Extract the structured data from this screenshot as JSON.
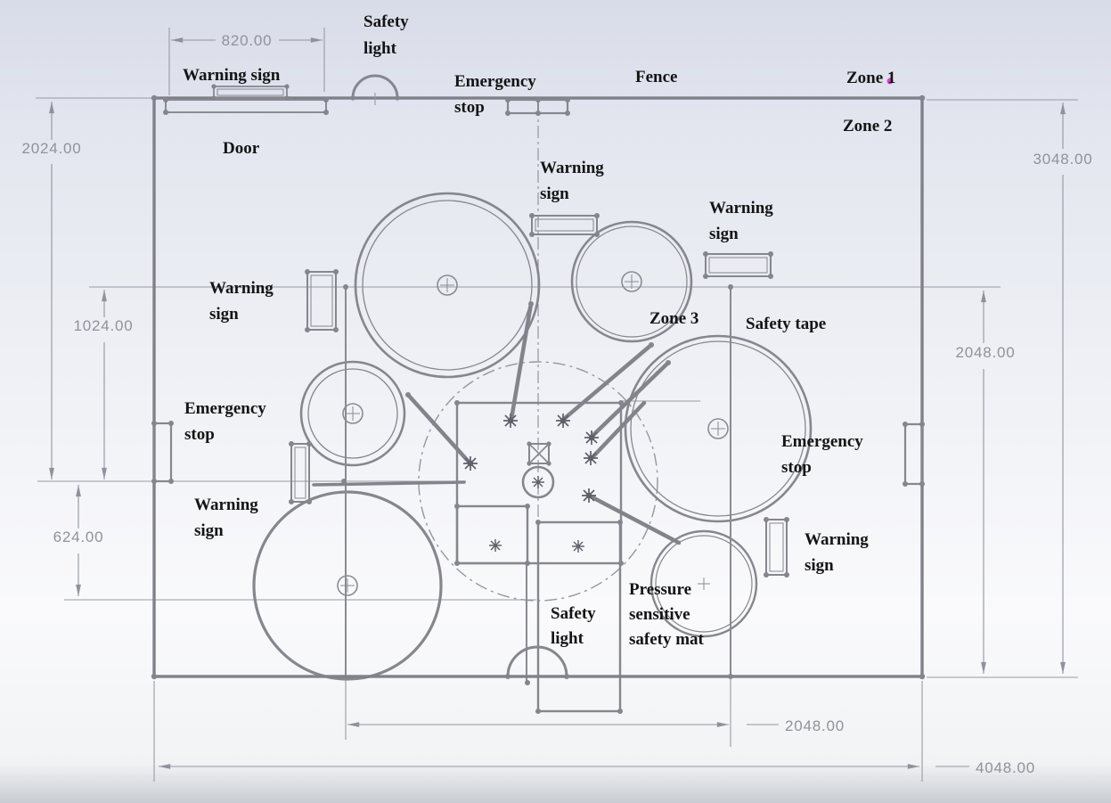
{
  "drawing_type": "safety-layout-plan",
  "labels": {
    "safety_light_top": {
      "lines": [
        "Safety",
        "light"
      ]
    },
    "warning_sign_top_left": {
      "lines": [
        "Warning sign"
      ]
    },
    "emergency_stop_top": {
      "lines": [
        "Emergency",
        "stop"
      ]
    },
    "fence": {
      "lines": [
        "Fence"
      ]
    },
    "zone1": {
      "lines": [
        "Zone 1"
      ]
    },
    "zone2": {
      "lines": [
        "Zone 2"
      ]
    },
    "door": {
      "lines": [
        "Door"
      ]
    },
    "warning_sign_top_center": {
      "lines": [
        "Warning",
        "sign"
      ]
    },
    "warning_sign_right_upper": {
      "lines": [
        "Warning",
        "sign"
      ]
    },
    "warning_sign_left_mid": {
      "lines": [
        "Warning",
        "sign"
      ]
    },
    "zone3": {
      "lines": [
        "Zone 3"
      ]
    },
    "safety_tape": {
      "lines": [
        "Safety tape"
      ]
    },
    "emergency_stop_left": {
      "lines": [
        "Emergency",
        "stop"
      ]
    },
    "emergency_stop_right": {
      "lines": [
        "Emergency",
        "stop"
      ]
    },
    "warning_sign_left_lower": {
      "lines": [
        "Warning",
        "sign"
      ]
    },
    "warning_sign_right_lower": {
      "lines": [
        "Warning",
        "sign"
      ]
    },
    "safety_light_bottom": {
      "lines": [
        "Safety",
        "light"
      ]
    },
    "pressure_mat": {
      "lines": [
        "Pressure",
        "sensitive",
        "safety mat"
      ]
    }
  },
  "dimensions": {
    "door_width": "820.00",
    "left_outer": "2024.00",
    "left_mid": "1024.00",
    "left_lower": "624.00",
    "right_outer": "3048.00",
    "right_inner": "2048.00",
    "bottom_inner": "2048.00",
    "bottom_outer": "4048.00"
  },
  "colors": {
    "geometry_gray": "#86868f",
    "dimension_gray": "#9095a0",
    "dimension_text_gray": "#8f929b",
    "label_black": "#141414",
    "note_dot_magenta": "#dd42d6"
  }
}
